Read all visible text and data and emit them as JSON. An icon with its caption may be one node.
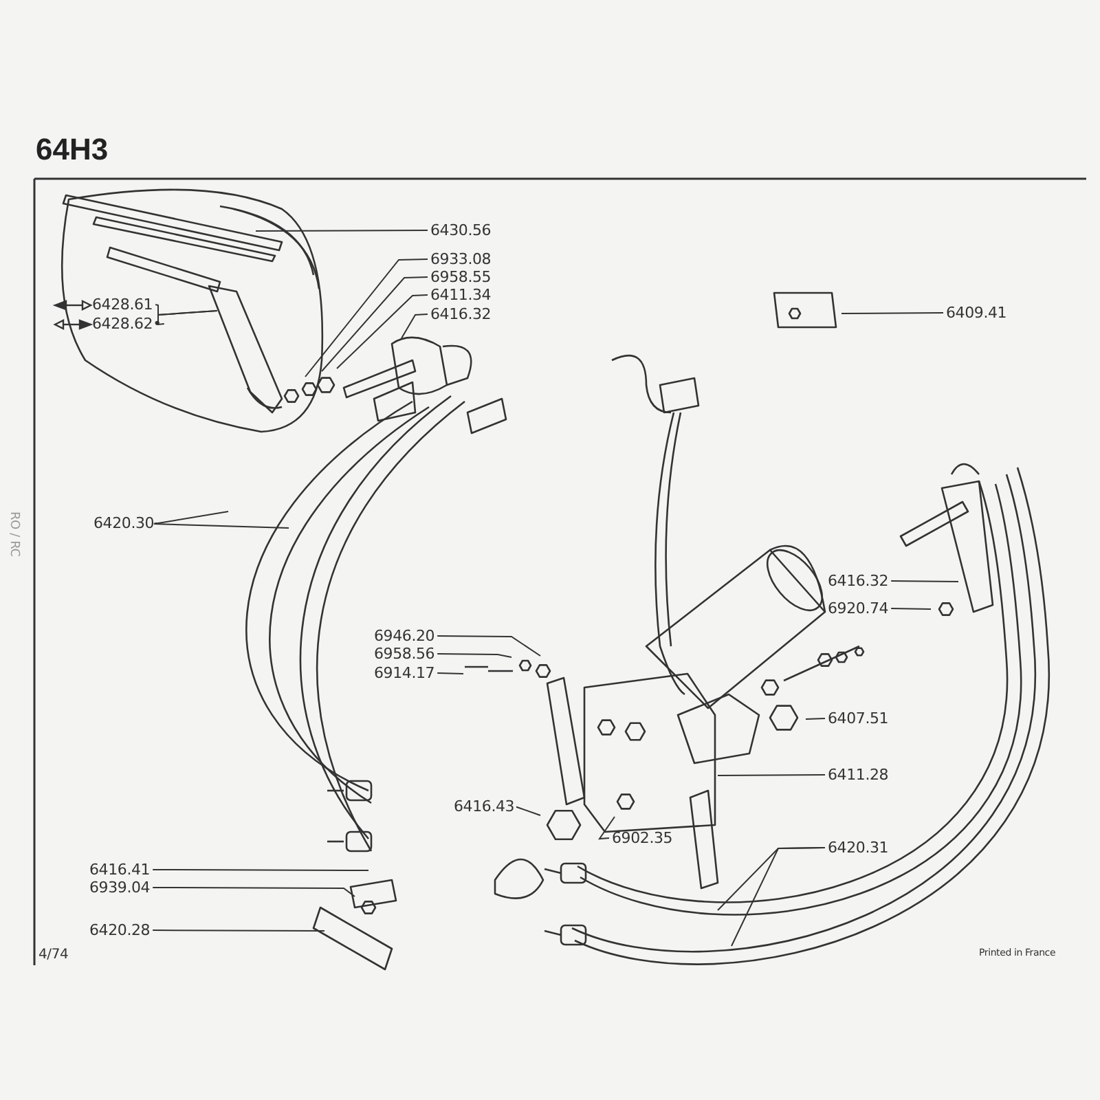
{
  "diagram": {
    "title": "64H3",
    "nodes": [
      {
        "text": [
          "6430.56"
        ]
      },
      {
        "text": [
          "6933.08"
        ]
      },
      {
        "text": [
          "6958.55"
        ]
      },
      {
        "text": [
          "6411.34"
        ]
      },
      {
        "text": [
          "6416.32"
        ]
      },
      {
        "text": [
          "6428.61"
        ]
      },
      {
        "text": [
          "6428.62•"
        ]
      },
      {
        "text": [
          "6420.30"
        ]
      },
      {
        "text": [
          "6409.41"
        ]
      },
      {
        "text": [
          "6416.32"
        ]
      },
      {
        "text": [
          "6920.74"
        ]
      },
      {
        "text": [
          "6946.20"
        ]
      },
      {
        "text": [
          "6958.56"
        ]
      },
      {
        "text": [
          "6914.17"
        ]
      },
      {
        "text": [
          "6407.51"
        ]
      },
      {
        "text": [
          "6411.28"
        ]
      },
      {
        "text": [
          "6416.43"
        ]
      },
      {
        "text": [
          "6902.35"
        ]
      },
      {
        "text": [
          "6420.31"
        ]
      },
      {
        "text": [
          "6416.41"
        ]
      },
      {
        "text": [
          "6939.04"
        ]
      },
      {
        "text": [
          "6420.28"
        ]
      }
    ],
    "edges": [
      {
        "from": 0,
        "to": null,
        "arrow": "none"
      },
      {
        "from": 1,
        "to": null,
        "arrow": "none"
      },
      {
        "from": 2,
        "to": null,
        "arrow": "none"
      },
      {
        "from": 3,
        "to": null,
        "arrow": "none"
      },
      {
        "from": 4,
        "to": null,
        "arrow": "none"
      },
      {
        "from": 5,
        "to": null,
        "arrow": "none"
      },
      {
        "from": 6,
        "to": null,
        "arrow": "none"
      },
      {
        "from": 7,
        "to": null,
        "arrow": "none"
      },
      {
        "from": 7,
        "to": null,
        "arrow": "none"
      },
      {
        "from": 8,
        "to": null,
        "arrow": "none"
      },
      {
        "from": 9,
        "to": null,
        "arrow": "none"
      },
      {
        "from": 10,
        "to": null,
        "arrow": "none"
      },
      {
        "from": 11,
        "to": null,
        "arrow": "none"
      },
      {
        "from": 12,
        "to": null,
        "arrow": "none"
      },
      {
        "from": 13,
        "to": null,
        "arrow": "none"
      },
      {
        "from": 14,
        "to": null,
        "arrow": "none"
      },
      {
        "from": 15,
        "to": null,
        "arrow": "none"
      },
      {
        "from": 16,
        "to": null,
        "arrow": "none"
      },
      {
        "from": 17,
        "to": null,
        "arrow": "none"
      },
      {
        "from": 18,
        "to": null,
        "arrow": "none"
      },
      {
        "from": 18,
        "to": null,
        "arrow": "none"
      },
      {
        "from": 19,
        "to": null,
        "arrow": "none"
      },
      {
        "from": 20,
        "to": null,
        "arrow": "none"
      },
      {
        "from": 21,
        "to": null,
        "arrow": "none"
      }
    ],
    "labels": [
      "RO / RC",
      "4/74",
      "Printed in France"
    ]
  }
}
